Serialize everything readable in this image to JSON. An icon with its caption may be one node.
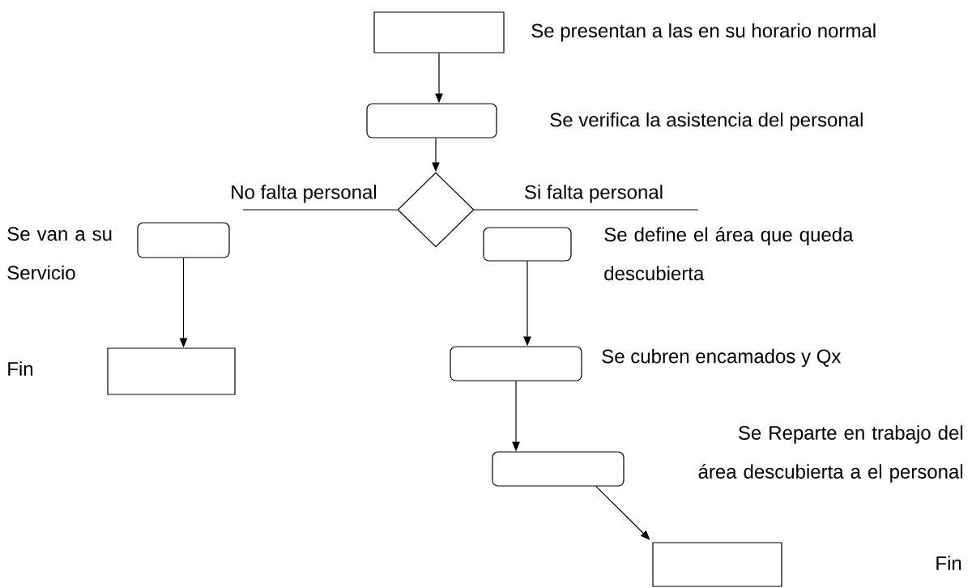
{
  "diagram": {
    "nodes": [
      {
        "text": [],
        "shape": "box",
        "beside": [
          "Se presentan a las en su horario normal"
        ]
      },
      {
        "text": [],
        "shape": "rounded-box",
        "beside": [
          "Se verifica la asistencia del personal"
        ]
      },
      {
        "text": [],
        "shape": "diamond"
      },
      {
        "text": [],
        "shape": "rounded-box",
        "beside": [
          "Se van a su Servicio"
        ]
      },
      {
        "text": [],
        "shape": "box",
        "beside": [
          "Fin"
        ]
      },
      {
        "text": [],
        "shape": "rounded-box",
        "beside": [
          "Se define el área que queda descubierta"
        ]
      },
      {
        "text": [],
        "shape": "rounded-box",
        "beside": [
          "Se cubren encamados y Qx"
        ]
      },
      {
        "text": [],
        "shape": "rounded-box",
        "beside": [
          "Se Reparte en trabajo del área descubierta a el personal"
        ]
      },
      {
        "text": [],
        "shape": "box"
      }
    ],
    "labels": [
      "Fin"
    ],
    "edges": [
      {
        "from": 0,
        "to": 1,
        "arrow": "to"
      },
      {
        "from": 1,
        "to": 2,
        "arrow": "to"
      },
      {
        "from": 2,
        "to": null,
        "arrow": "none",
        "label": "No falta personal"
      },
      {
        "from": 2,
        "to": null,
        "arrow": "none",
        "label": "Si falta personal"
      },
      {
        "from": 3,
        "to": 4,
        "arrow": "to"
      },
      {
        "from": 5,
        "to": 6,
        "arrow": "to"
      },
      {
        "from": 6,
        "to": 7,
        "arrow": "to"
      },
      {
        "from": 7,
        "to": 8,
        "arrow": "to"
      }
    ]
  }
}
